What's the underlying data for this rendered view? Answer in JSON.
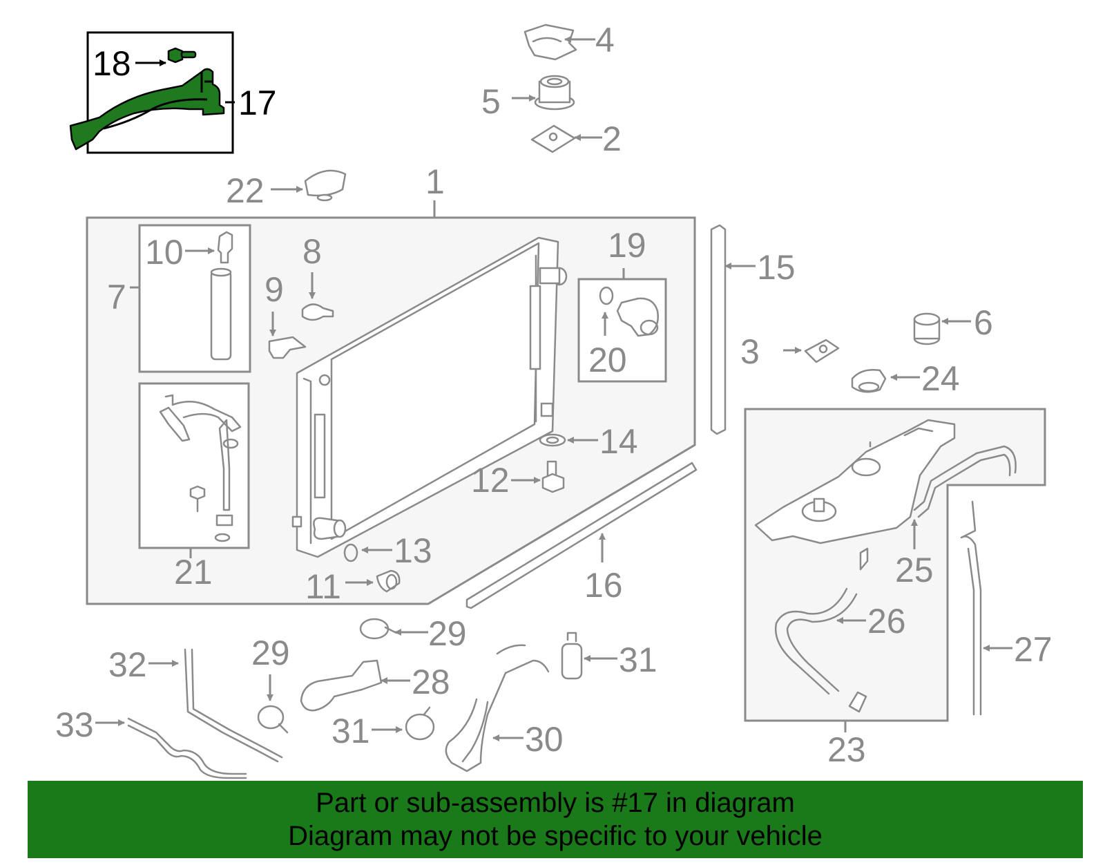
{
  "banner": {
    "line1": "Part or sub-assembly is #17 in diagram",
    "line2": "Diagram may not be specific to your vehicle"
  },
  "highlight_color": "#1a7a1a",
  "labels": {
    "n1": "1",
    "n2": "2",
    "n3": "3",
    "n4": "4",
    "n5": "5",
    "n6": "6",
    "n7": "7",
    "n8": "8",
    "n9": "9",
    "n10": "10",
    "n11": "11",
    "n12": "12",
    "n13": "13",
    "n14": "14",
    "n15": "15",
    "n16": "16",
    "n17": "17",
    "n18": "18",
    "n19": "19",
    "n20": "20",
    "n21": "21",
    "n22": "22",
    "n23": "23",
    "n24": "24",
    "n25": "25",
    "n26": "26",
    "n27": "27",
    "n28": "28",
    "n29a": "29",
    "n29b": "29",
    "n30": "30",
    "n31a": "31",
    "n31b": "31",
    "n32": "32",
    "n33": "33"
  }
}
